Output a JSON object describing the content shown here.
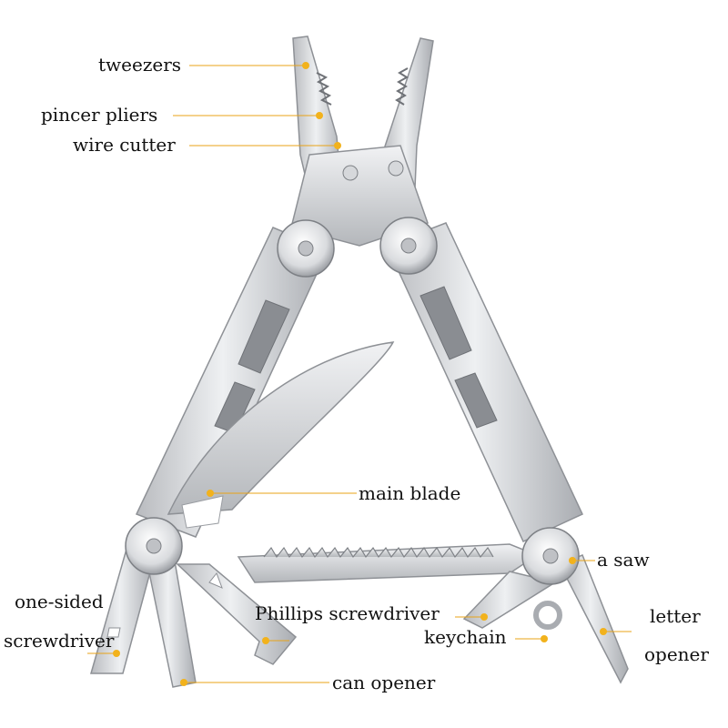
{
  "labels": {
    "tweezers": "tweezers",
    "pincer_pliers": "pincer pliers",
    "wire_cutter": "wire cutter",
    "main_blade": "main blade",
    "a_saw": "a saw",
    "one_sided_line1": "one-sided",
    "one_sided_line2": "screwdriver",
    "phillips": "Phillips screwdriver",
    "keychain": "keychain",
    "letter_line1": "letter",
    "letter_line2": "opener",
    "can_opener": "can opener"
  },
  "colors": {
    "leader": "#e8a317",
    "dot": "#f2b21c",
    "steel_light": "#e9eaec",
    "steel_mid": "#c4c6c9",
    "steel_dark": "#8e9196",
    "text": "#111111"
  }
}
